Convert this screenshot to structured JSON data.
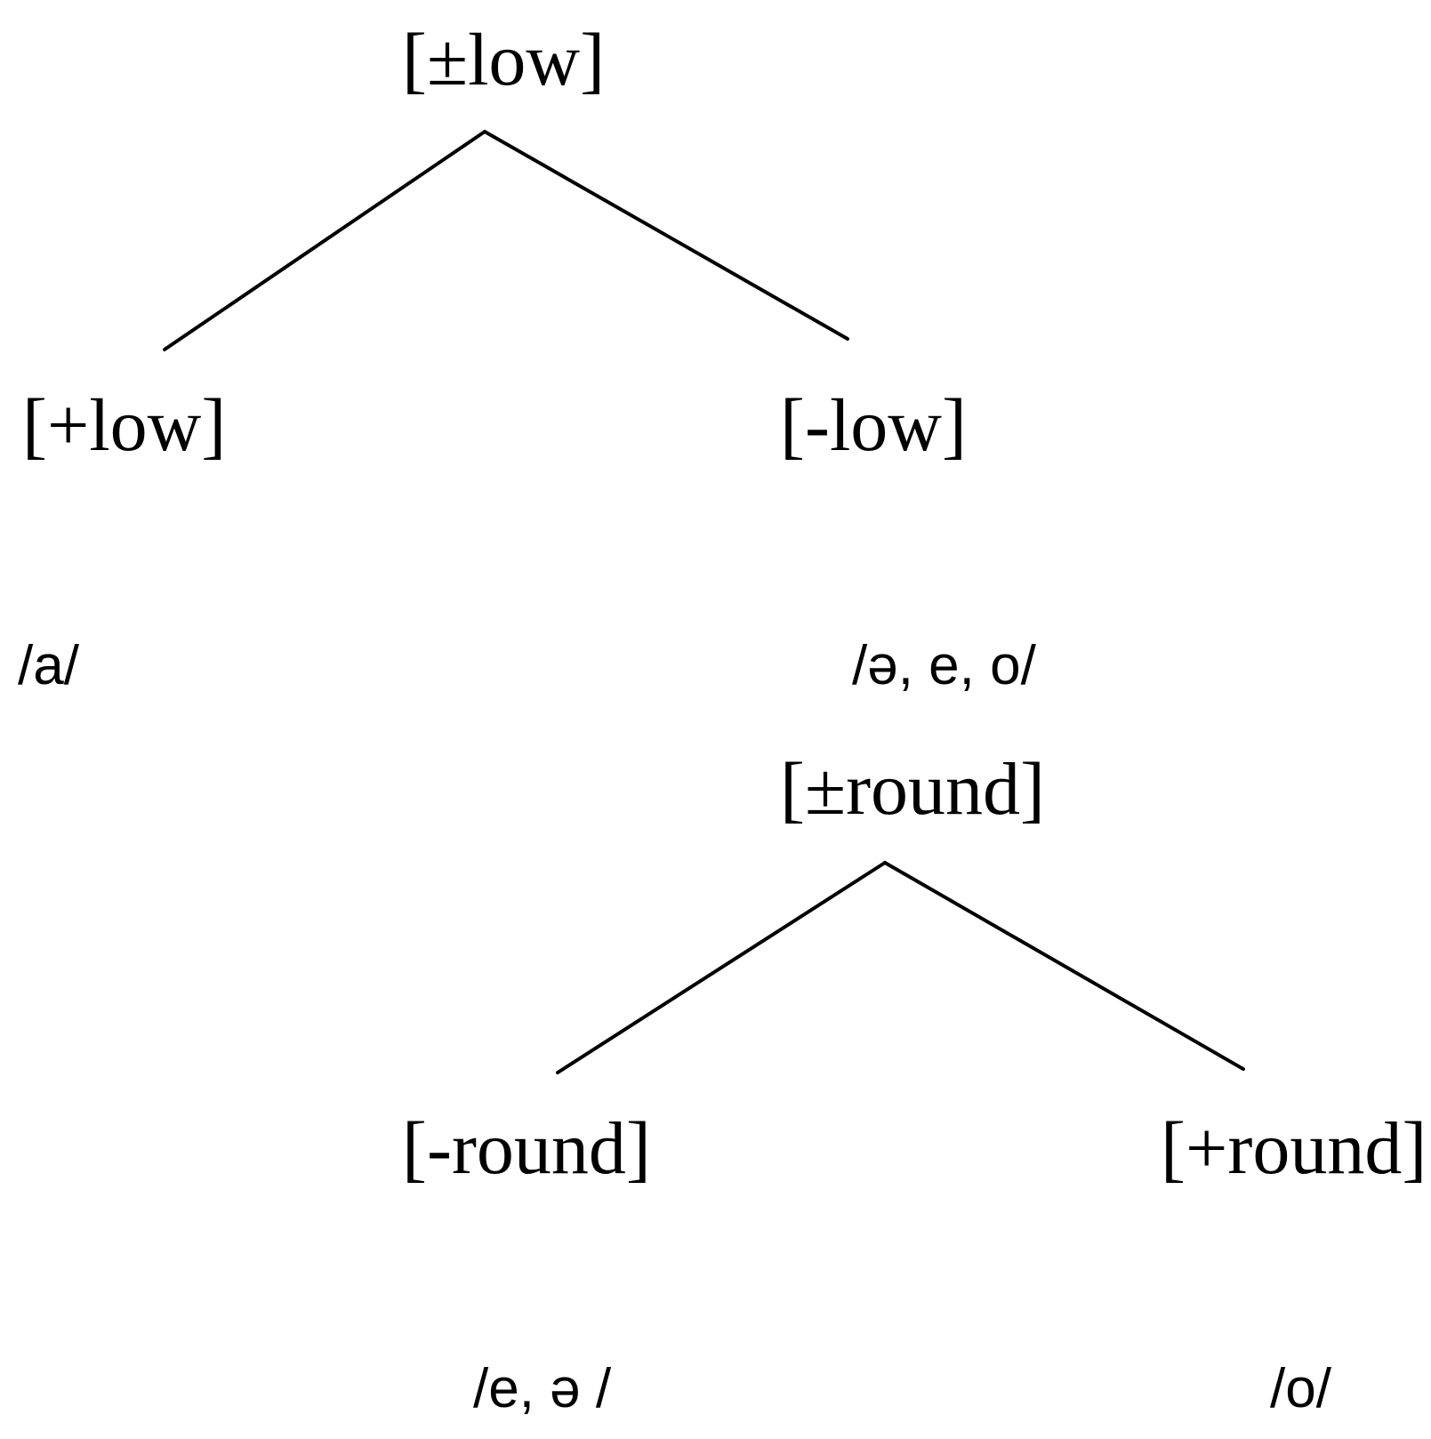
{
  "tree_low": {
    "root": "[±low]",
    "left": "[+low]",
    "right": "[-low]",
    "left_segments": "/a/",
    "right_segments": "/ə, e, o/"
  },
  "tree_round": {
    "root": "[±round]",
    "left": "[-round]",
    "right": "[+round]",
    "left_segments": "/e, ə /",
    "right_segments": "/o/"
  },
  "colors": {
    "ink": "#000000",
    "background": "#ffffff"
  }
}
